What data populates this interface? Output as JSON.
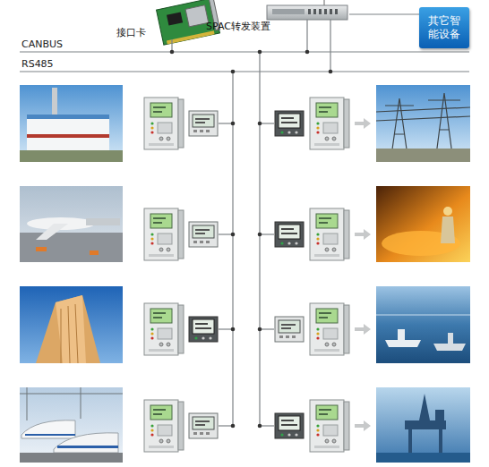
{
  "diagram": {
    "nodes": [
      {
        "text": [
          "接口卡"
        ]
      },
      {
        "text": [
          "SPAC转发装置"
        ]
      },
      {
        "text": [
          "其它智能设备"
        ]
      }
    ],
    "edges": [
      {
        "from": 1,
        "to": 2,
        "arrow": "none"
      }
    ],
    "labels": [
      "CANBUS",
      "RS485"
    ]
  }
}
